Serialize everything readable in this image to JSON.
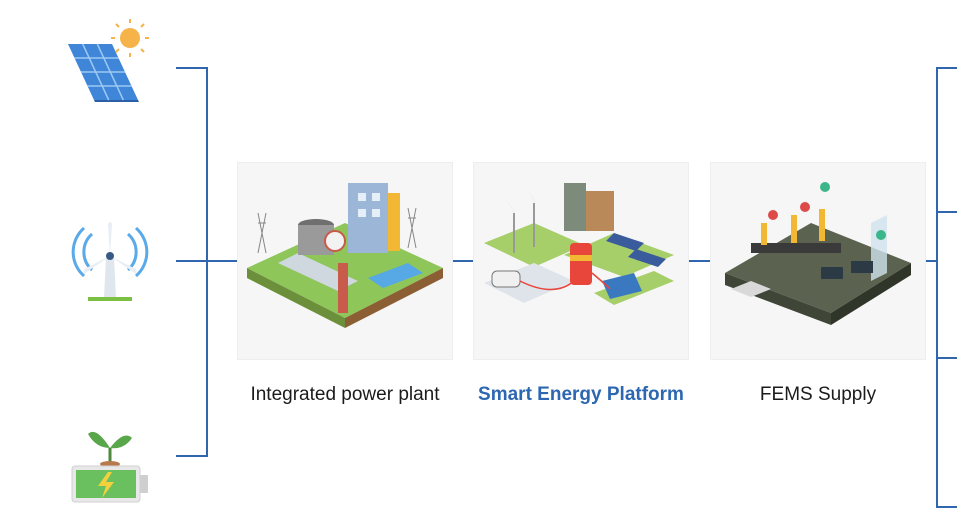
{
  "sources": [
    {
      "icon": "solar-panel-icon"
    },
    {
      "icon": "wind-turbine-icon"
    },
    {
      "icon": "green-battery-icon"
    }
  ],
  "stages": [
    {
      "label": "Integrated power plant",
      "icon": "power-plant-illustration",
      "active": false
    },
    {
      "label": "Smart Energy Platform",
      "icon": "smart-energy-illustration",
      "active": true
    },
    {
      "label": "FEMS Supply",
      "icon": "factory-illustration",
      "active": false
    }
  ],
  "colors": {
    "line": "#2f66ad",
    "accent": "#2d67b2",
    "card": "#f6f6f6"
  }
}
